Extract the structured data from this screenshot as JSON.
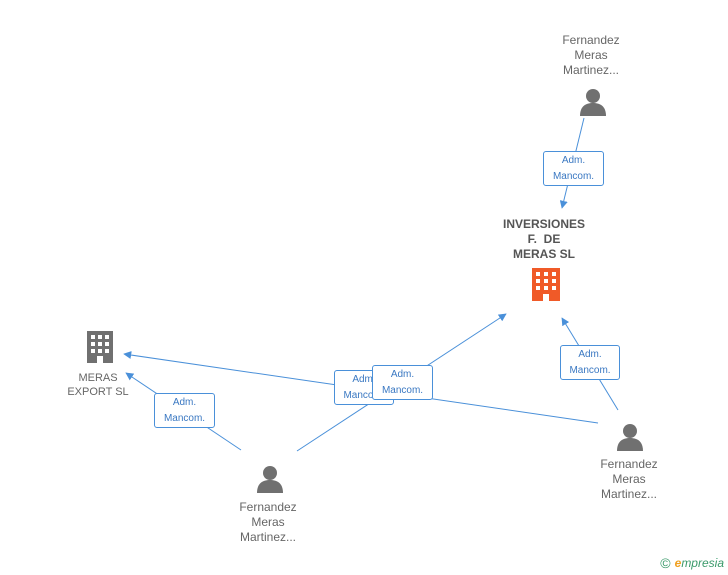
{
  "nodes": {
    "person_top": {
      "label": [
        "Fernandez",
        "Meras",
        "Martinez..."
      ]
    },
    "company_main": {
      "label": [
        "INVERSIONES",
        "F.  DE",
        "MERAS SL"
      ]
    },
    "company_export": {
      "label": [
        "MERAS",
        "EXPORT SL"
      ]
    },
    "person_bottom": {
      "label": [
        "Fernandez",
        "Meras",
        "Martinez..."
      ]
    },
    "person_right": {
      "label": [
        "Fernandez",
        "Meras",
        "Martinez..."
      ]
    }
  },
  "relations": {
    "top_to_main": {
      "line1": "Adm.",
      "line2": "Mancom."
    },
    "right_to_main": {
      "line1": "Adm.",
      "line2": "Mancom."
    },
    "bottom_to_export": {
      "line1": "Adm.",
      "line2": "Mancom."
    },
    "right_to_export": {
      "line1": "Adm.",
      "line2": "Mancom."
    },
    "bottom_to_main": {
      "line1": "Adm.",
      "line2": "Mancom."
    }
  },
  "colors": {
    "edge": "#4a90d9",
    "person_icon": "#707070",
    "company_icon": "#707070",
    "company_main_icon": "#f05a28"
  },
  "footer": {
    "copyright": "©",
    "brand_e": "e",
    "brand_rest": "mpresia"
  }
}
